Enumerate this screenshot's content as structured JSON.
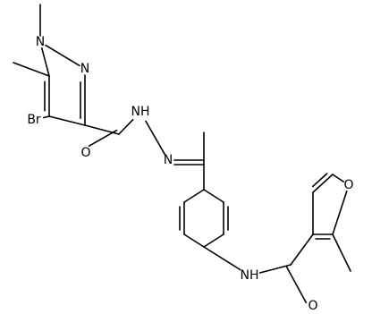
{
  "structure": {
    "atoms": [
      {
        "id": "N1",
        "label": "N"
      },
      {
        "id": "N2",
        "label": "N"
      },
      {
        "id": "Br",
        "label": "Br"
      },
      {
        "id": "O_amide1",
        "label": "O"
      },
      {
        "id": "NH_hyd",
        "label": "NH"
      },
      {
        "id": "N_hyd",
        "label": "N"
      },
      {
        "id": "NH_amide",
        "label": "NH"
      },
      {
        "id": "O_amide2",
        "label": "O"
      },
      {
        "id": "O_furan",
        "label": "O"
      }
    ]
  }
}
